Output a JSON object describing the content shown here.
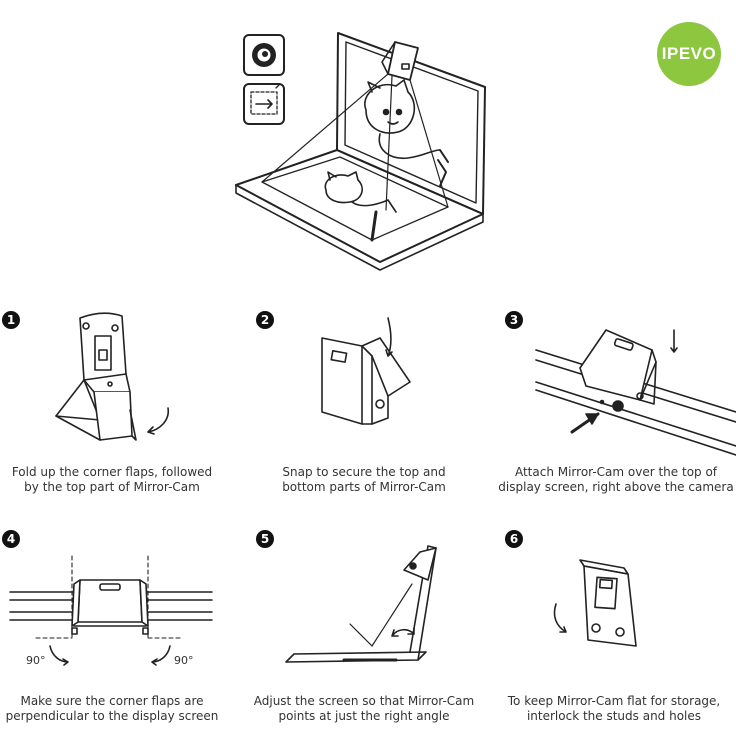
{
  "brand": {
    "logo_text": "IPEVO"
  },
  "steps": [
    {
      "number": "1",
      "caption_lines": [
        "Fold up the corner flaps, followed",
        "by the top part of Mirror-Cam"
      ]
    },
    {
      "number": "2",
      "caption_lines": [
        "Snap to secure the top and",
        "bottom parts of Mirror-Cam"
      ]
    },
    {
      "number": "3",
      "caption_lines": [
        "Attach Mirror-Cam over the top of",
        "display screen, right above the camera"
      ]
    },
    {
      "number": "4",
      "caption_lines": [
        "Make sure the corner flaps are",
        "perpendicular to the display screen"
      ]
    },
    {
      "number": "5",
      "caption_lines": [
        "Adjust the screen so that Mirror-Cam",
        "points at just the right angle"
      ]
    },
    {
      "number": "6",
      "caption_lines": [
        "To keep Mirror-Cam flat for storage,",
        "interlock the studs and holes"
      ]
    }
  ],
  "angle_labels": {
    "left": "90°",
    "right": "90°"
  },
  "icons": [
    "webcam-icon",
    "flip-screen-icon"
  ]
}
